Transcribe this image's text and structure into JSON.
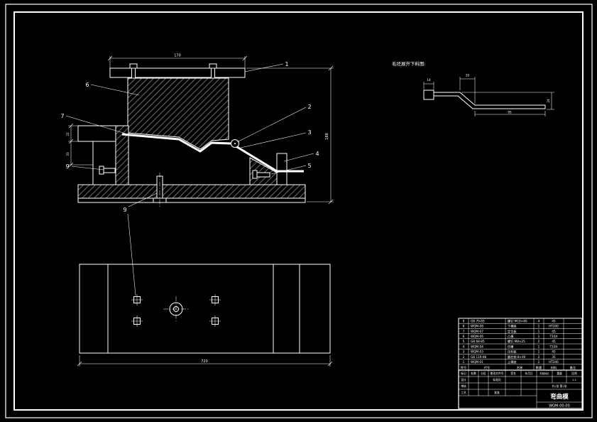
{
  "sheet": {
    "background": "#000000",
    "line_color": "#ffffff"
  },
  "balloons": {
    "n1": "1",
    "n2": "2",
    "n3": "3",
    "n4": "4",
    "n5": "5",
    "n6": "6",
    "n7": "7",
    "n9a": "9",
    "n9b": "9"
  },
  "dims": {
    "top_width": "170",
    "total_height": "188",
    "left_upper": "22",
    "left_lower": "33",
    "plan_width": "720",
    "detail_tab": "14",
    "detail_bend": "20",
    "detail_flat": "95",
    "detail_height": "24"
  },
  "detail_view": {
    "label": "毛坯展开下料图:"
  },
  "bom": {
    "headers": [
      "序号",
      "代号",
      "名称",
      "数量",
      "材料",
      "备注"
    ],
    "rows": [
      [
        "9",
        "GB 70-85",
        "螺钉 M10×40",
        "4",
        "45",
        ""
      ],
      [
        "8",
        "WQM-08",
        "下模座",
        "1",
        "HT200",
        ""
      ],
      [
        "7",
        "WQM-07",
        "定位板",
        "1",
        "45",
        ""
      ],
      [
        "6",
        "WQM-06",
        "凸模",
        "1",
        "T10A",
        ""
      ],
      [
        "5",
        "GB 68-85",
        "螺钉 M8×25",
        "2",
        "45",
        ""
      ],
      [
        "4",
        "WQM-04",
        "凹模",
        "1",
        "T10A",
        ""
      ],
      [
        "3",
        "WQM-03",
        "压料板",
        "1",
        "45",
        ""
      ],
      [
        "2",
        "GB 119-86",
        "圆柱销 8×40",
        "2",
        "35",
        ""
      ],
      [
        "1",
        "WQM-01",
        "上模座",
        "1",
        "HT200",
        ""
      ]
    ]
  },
  "title_block": {
    "row1": [
      "标记",
      "处数",
      "分区",
      "更改文件号",
      "签名",
      "年月日"
    ],
    "design": "设计",
    "standardization": "标准化",
    "review": "审核",
    "process": "工艺",
    "approve": "批准",
    "stage": "阶段标记",
    "weight": "重量",
    "scale": "比例",
    "scale_value": "1:1",
    "sheet_info": "共1张 第1张",
    "title": "弯曲模",
    "drawing_no": "WQM-00-00"
  }
}
